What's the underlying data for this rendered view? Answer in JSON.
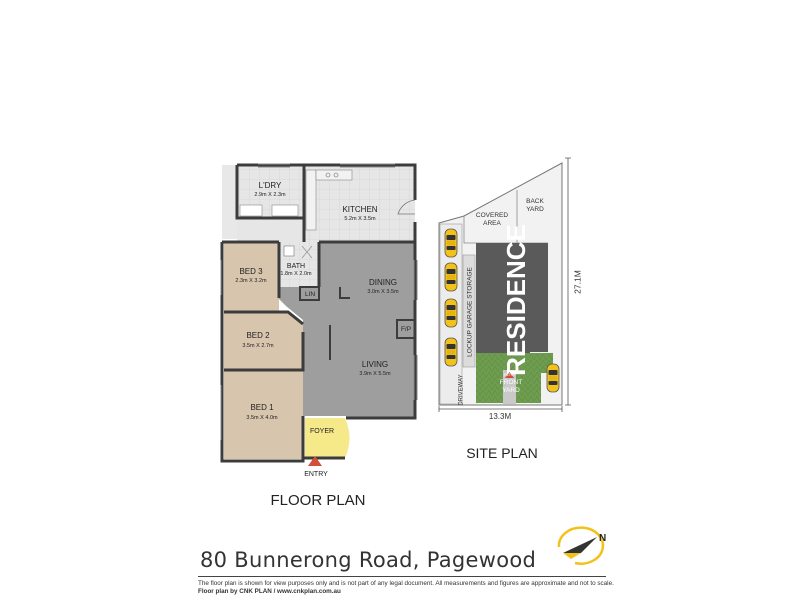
{
  "floor_plan": {
    "title": "FLOOR PLAN",
    "entry": "ENTRY",
    "rooms": {
      "laundry": {
        "name": "L'DRY",
        "dims": "2.9m X 2.3m"
      },
      "kitchen": {
        "name": "KITCHEN",
        "dims": "5.2m X 3.5m"
      },
      "bath": {
        "name": "BATH",
        "dims": "1.8m X 2.0m"
      },
      "linen": {
        "name": "LIN"
      },
      "bed3": {
        "name": "BED 3",
        "dims": "2.3m X 3.2m"
      },
      "dining": {
        "name": "DINING",
        "dims": "3.0m X 3.5m"
      },
      "fireplace": {
        "name": "F/P"
      },
      "bed2": {
        "name": "BED 2",
        "dims": "3.5m X 2.7m"
      },
      "living": {
        "name": "LIVING",
        "dims": "3.9m X 5.5m"
      },
      "bed1": {
        "name": "BED 1",
        "dims": "3.5m X 4.0m"
      },
      "foyer": {
        "name": "FOYER"
      }
    }
  },
  "site_plan": {
    "title": "SITE PLAN",
    "residence": "RESIDENCE",
    "covered_area": [
      "COVERED",
      "AREA"
    ],
    "back_yard": [
      "BACK",
      "YARD"
    ],
    "front_yard": [
      "FRONT",
      "YARD"
    ],
    "garage": "LOCKUP GARAGE STORAGE",
    "driveway": "DRIVEWAY",
    "entry": "ENTRY",
    "width": "13.3M",
    "depth": "27.1M"
  },
  "address": "80 Bunnerong Road, Pagewood",
  "disclaimer": "The floor plan is shown for view purposes only and is not part of any legal document. All measurements and figures are approximate and not to scale.",
  "credit": "Floor plan by CNK PLAN / www.cnkplan.com.au",
  "colors": {
    "bedroom": "#d8c5ad",
    "living": "#9e9e9e",
    "tile": "#e4e4e4",
    "wall": "#3c3c3c",
    "foyer": "#f6e98a",
    "residence": "#5a5a5a",
    "yard": "#6d9b4e",
    "car": "#f2c21b",
    "entry_arrow": "#d04e3a"
  },
  "icons": [
    "car-icon",
    "compass-icon",
    "entry-arrow-icon"
  ]
}
